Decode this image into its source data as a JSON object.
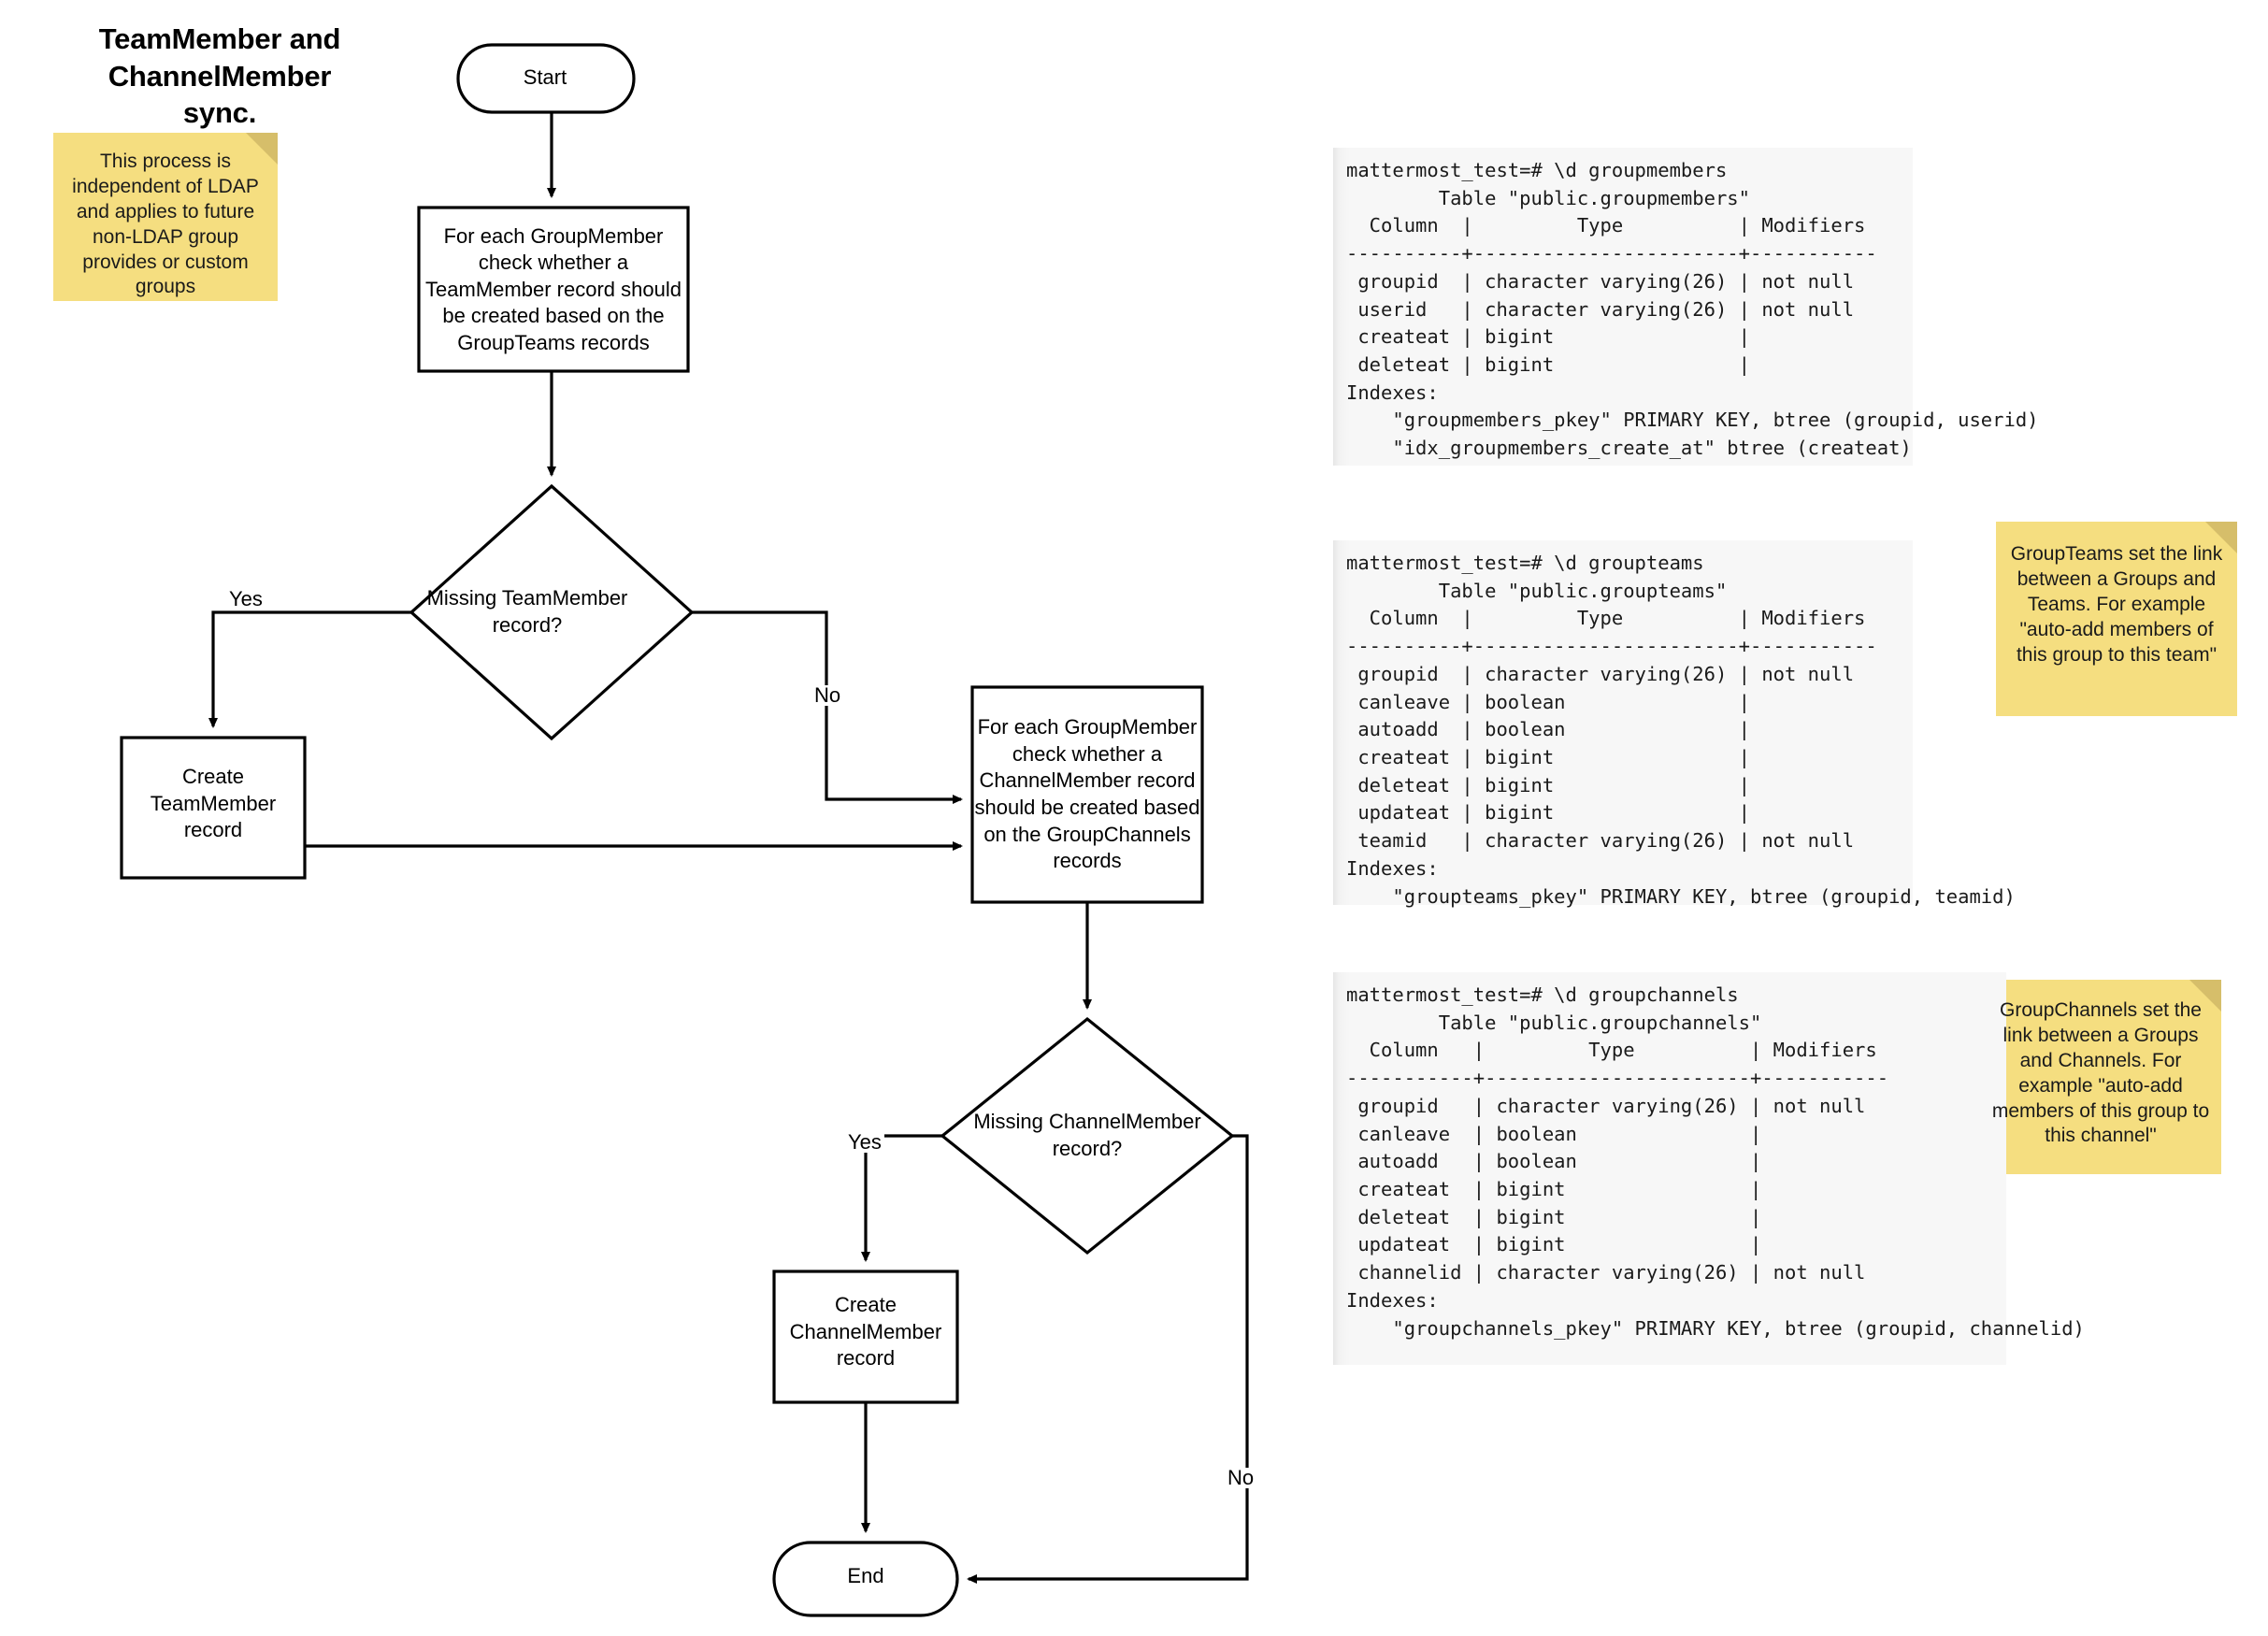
{
  "title": "TeamMember and\nChannelMember sync.",
  "title_line1": "TeamMember and",
  "title_line2": "ChannelMember sync.",
  "colors": {
    "note_bg": "#F5DE80",
    "note_fold": "#D6BE6A",
    "terminal_bg": "#F7F7F7",
    "stroke": "#000000",
    "page_bg": "#FFFFFF"
  },
  "notes": [
    {
      "id": "ldap",
      "text": "This process is independent of LDAP and applies to future non-LDAP group provides or custom groups"
    },
    {
      "id": "groupteams",
      "text": "GroupTeams set the link between a Groups and Teams. For example \"auto-add members of this group to this team\""
    },
    {
      "id": "groupchannels",
      "text": "GroupChannels set the link between a Groups and Channels. For example \"auto-add members of this group to this channel\""
    }
  ],
  "flowchart": {
    "nodes": {
      "start": {
        "label": "Start",
        "shape": "stadium"
      },
      "process_teammember": {
        "label": "For each GroupMember check whether a TeamMember record should be created based on the GroupTeams records",
        "shape": "rect"
      },
      "decision_teammember": {
        "label": "Missing TeamMember record?",
        "shape": "diamond"
      },
      "create_teammember": {
        "label": "Create TeamMember record",
        "shape": "rect"
      },
      "process_channelmember": {
        "label": "For each GroupMember check whether a ChannelMember record should be created based on the GroupChannels records",
        "shape": "rect"
      },
      "decision_channelmember": {
        "label": "Missing ChannelMember record?",
        "shape": "diamond"
      },
      "create_channelmember": {
        "label": "Create ChannelMember record",
        "shape": "rect"
      },
      "end": {
        "label": "End",
        "shape": "stadium"
      }
    },
    "edge_labels": {
      "yes_teammember": "Yes",
      "no_teammember": "No",
      "yes_channelmember": "Yes",
      "no_channelmember": "No"
    }
  },
  "terminals": [
    {
      "id": "groupmembers",
      "text": "mattermost_test=# \\d groupmembers\n        Table \"public.groupmembers\"\n  Column  |         Type          | Modifiers\n----------+-----------------------+-----------\n groupid  | character varying(26) | not null\n userid   | character varying(26) | not null\n createat | bigint                |\n deleteat | bigint                |\nIndexes:\n    \"groupmembers_pkey\" PRIMARY KEY, btree (groupid, userid)\n    \"idx_groupmembers_create_at\" btree (createat)"
    },
    {
      "id": "groupteams",
      "text": "mattermost_test=# \\d groupteams\n        Table \"public.groupteams\"\n  Column  |         Type          | Modifiers\n----------+-----------------------+-----------\n groupid  | character varying(26) | not null\n canleave | boolean               |\n autoadd  | boolean               |\n createat | bigint                |\n deleteat | bigint                |\n updateat | bigint                |\n teamid   | character varying(26) | not null\nIndexes:\n    \"groupteams_pkey\" PRIMARY KEY, btree (groupid, teamid)"
    },
    {
      "id": "groupchannels",
      "text": "mattermost_test=# \\d groupchannels\n        Table \"public.groupchannels\"\n  Column   |         Type          | Modifiers\n-----------+-----------------------+-----------\n groupid   | character varying(26) | not null\n canleave  | boolean               |\n autoadd   | boolean               |\n createat  | bigint                |\n deleteat  | bigint                |\n updateat  | bigint                |\n channelid | character varying(26) | not null\nIndexes:\n    \"groupchannels_pkey\" PRIMARY KEY, btree (groupid, channelid)"
    }
  ]
}
